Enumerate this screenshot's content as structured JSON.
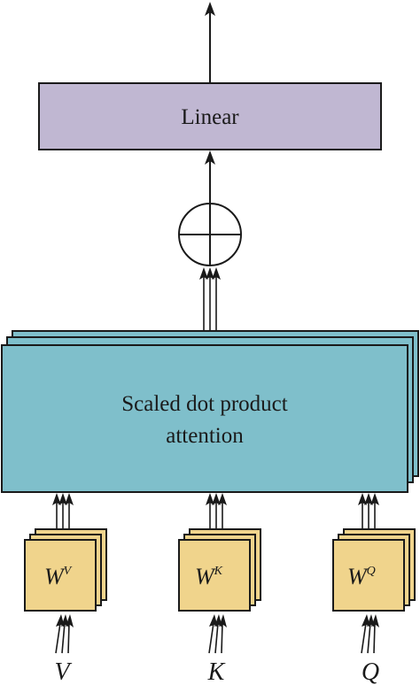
{
  "linear": {
    "label": "Linear",
    "fill": "#c0b7d2"
  },
  "attention": {
    "line1": "Scaled dot product",
    "line2": "attention",
    "fill": "#7fbfcb"
  },
  "weights": [
    {
      "base": "W",
      "sup": "V",
      "input": "V"
    },
    {
      "base": "W",
      "sup": "K",
      "input": "K"
    },
    {
      "base": "W",
      "sup": "Q",
      "input": "Q"
    }
  ],
  "weight_fill": "#f0d48c",
  "stroke": "#1a1a1a"
}
